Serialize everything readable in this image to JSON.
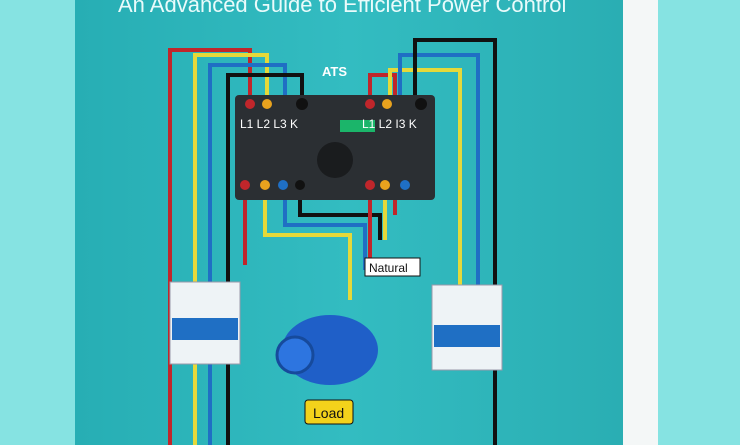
{
  "cover": {
    "subtitle": "An Advanced Guide to Efficient Power Control",
    "ats_label": "ATS",
    "left_terminals": "L1 L2 L3 K",
    "right_terminals": "L1 L2 I3 K",
    "natural_label": "Natural",
    "load_label": "Load"
  },
  "colors": {
    "background": "#86e3e2",
    "cover": "#2db4ba",
    "wire_red": "#c0262b",
    "wire_yellow": "#e5d93a",
    "wire_blue": "#1f6fc4",
    "wire_black": "#111111",
    "ats_body": "#2b2f33",
    "motor": "#1f5fc8"
  }
}
